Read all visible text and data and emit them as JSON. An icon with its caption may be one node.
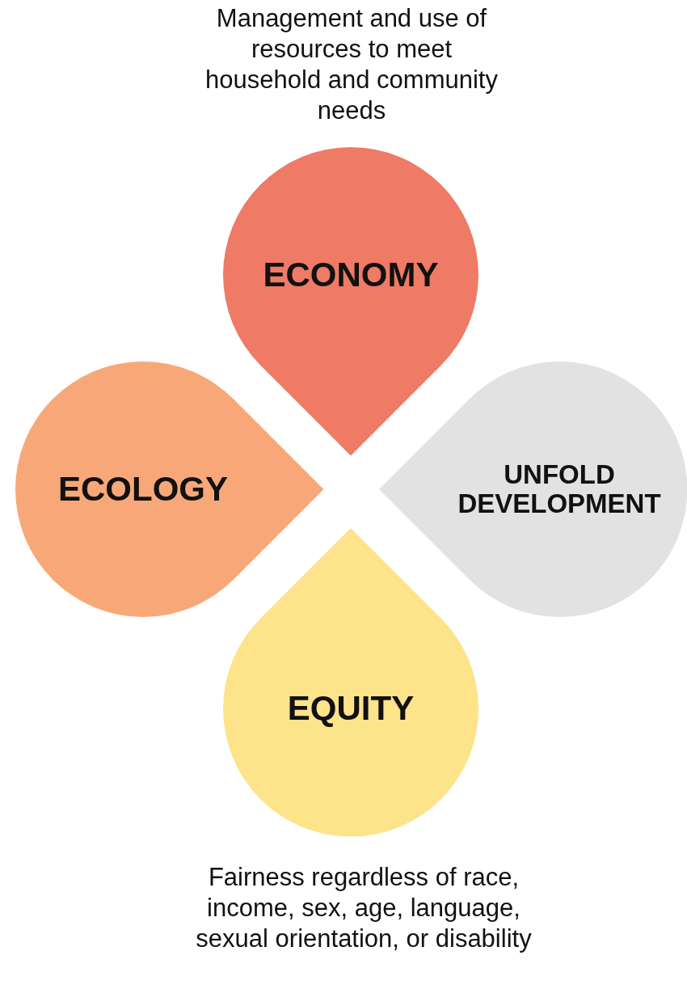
{
  "diagram": {
    "nodes": [
      {
        "text": [
          "ECONOMY"
        ],
        "beside": [
          "Management and use of resources to meet household and community needs"
        ]
      },
      {
        "text": [
          "ECOLOGY"
        ]
      },
      {
        "text": [
          "UNFOLD DEVELOPMENT"
        ]
      },
      {
        "text": [
          "EQUITY"
        ],
        "beside": [
          "Fairness regardless of race, income, sex, age, language, sexual orientation, or disability"
        ]
      }
    ]
  }
}
